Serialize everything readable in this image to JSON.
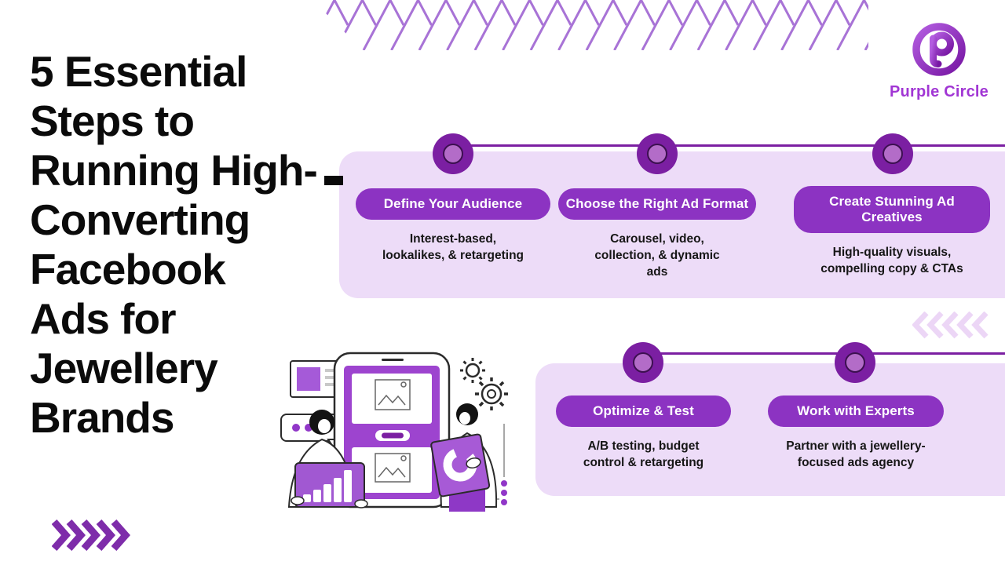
{
  "brand": {
    "name": "Purple Circle",
    "monogram": "P"
  },
  "title": {
    "text": "5 Essential\nSteps to\nRunning High-\nConverting\nFacebook\nAds for\nJewellery\nBrands"
  },
  "steps": [
    {
      "label": "Define Your Audience",
      "desc": "Interest-based,\nlookalikes, & retargeting"
    },
    {
      "label": "Choose the Right Ad Format",
      "desc": "Carousel, video,\ncollection, & dynamic\nads"
    },
    {
      "label": "Create Stunning Ad\nCreatives",
      "desc": "High-quality visuals,\ncompelling copy & CTAs"
    },
    {
      "label": "Optimize & Test",
      "desc": "A/B testing, budget\ncontrol & retargeting"
    },
    {
      "label": "Work with Experts",
      "desc": "Partner with a jewellery-\nfocused ads agency"
    }
  ],
  "colors": {
    "accent_dark_purple": "#7b1fa2",
    "pill_purple": "#8c33c2",
    "panel_lavender": "#eddcf8",
    "pattern_lilac": "#a873d6",
    "chevron_dark": "#7e2caa",
    "chevron_light": "#ecd6f6",
    "logo_text": "#a136d4",
    "heading": "#0b0b0b"
  }
}
